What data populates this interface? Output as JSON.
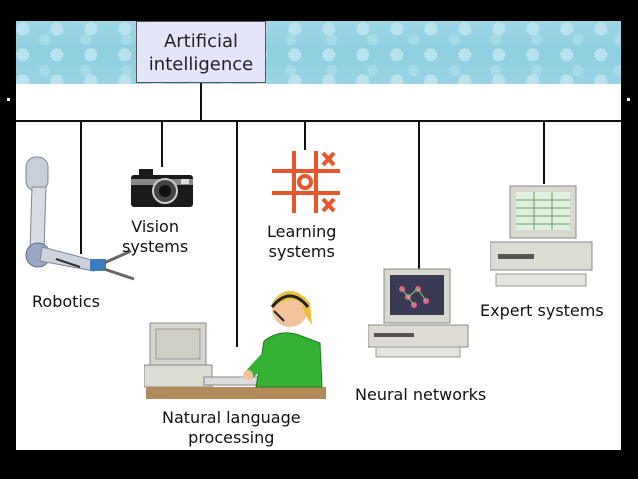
{
  "root": {
    "line1": "Artificial",
    "line2": "intelligence"
  },
  "branches": {
    "robotics": "Robotics",
    "vision": {
      "line1": "Vision",
      "line2": "systems"
    },
    "learning": {
      "line1": "Learning",
      "line2": "systems"
    },
    "nlp": {
      "line1": "Natural language",
      "line2": "processing"
    },
    "neural": "Neural networks",
    "expert": "Expert systems"
  },
  "colors": {
    "banner": "#9fd6e6",
    "title_box": "#e4e4fb",
    "tictactoe": "#e8562a",
    "shirt": "#33b233"
  }
}
